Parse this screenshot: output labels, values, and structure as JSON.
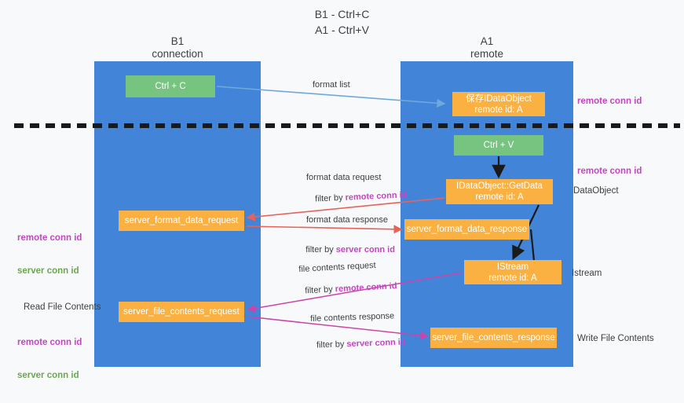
{
  "header": {
    "title": "B1 - Ctrl+C\nA1 - Ctrl+V",
    "lane_b1": "B1\nconnection",
    "lane_a1": "A1\nremote"
  },
  "nodes": {
    "ctrl_c": "Ctrl + C",
    "save_idataobject": "保存IDataObject\nremote id: A",
    "ctrl_v": "Ctrl + V",
    "getdata": "IDataObject::GetData\nremote id: A",
    "server_format_data_request": "server_format_data_request",
    "server_format_data_response": "server_format_data_response",
    "istream": "IStream\nremote id: A",
    "server_file_contents_request": "server_file_contents_request",
    "server_file_contents_response": "server_file_contents_response"
  },
  "edge_labels": {
    "format_list": "format list",
    "format_data_request": "format data request",
    "filter_by_prefix": "filter by ",
    "remote_conn_id": "remote conn id",
    "server_conn_id": "server conn id",
    "format_data_response": "format data response",
    "file_contents_request": "file contents request",
    "file_contents_response": "file contents response"
  },
  "annotations": {
    "remote_conn_id_top": "remote conn id",
    "remote_conn_id_mid": "remote conn id",
    "dataobject": "DataObject",
    "istream": "Istream",
    "write_file_contents": "Write File Contents",
    "read_file_contents": "Read File Contents",
    "remote_conn_id": "remote conn id",
    "server_conn_id": "server conn id"
  },
  "colors": {
    "lane": "#4285d8",
    "green_node": "#76c47f",
    "orange_node": "#fbb142",
    "magenta": "#c445c4",
    "green_text": "#6aa84f",
    "arrow_blue": "#6fa8dc",
    "arrow_red": "#e8625c",
    "arrow_magenta": "#cc44aa",
    "arrow_black": "#1a1a1a",
    "background": "#f8f9fa"
  }
}
